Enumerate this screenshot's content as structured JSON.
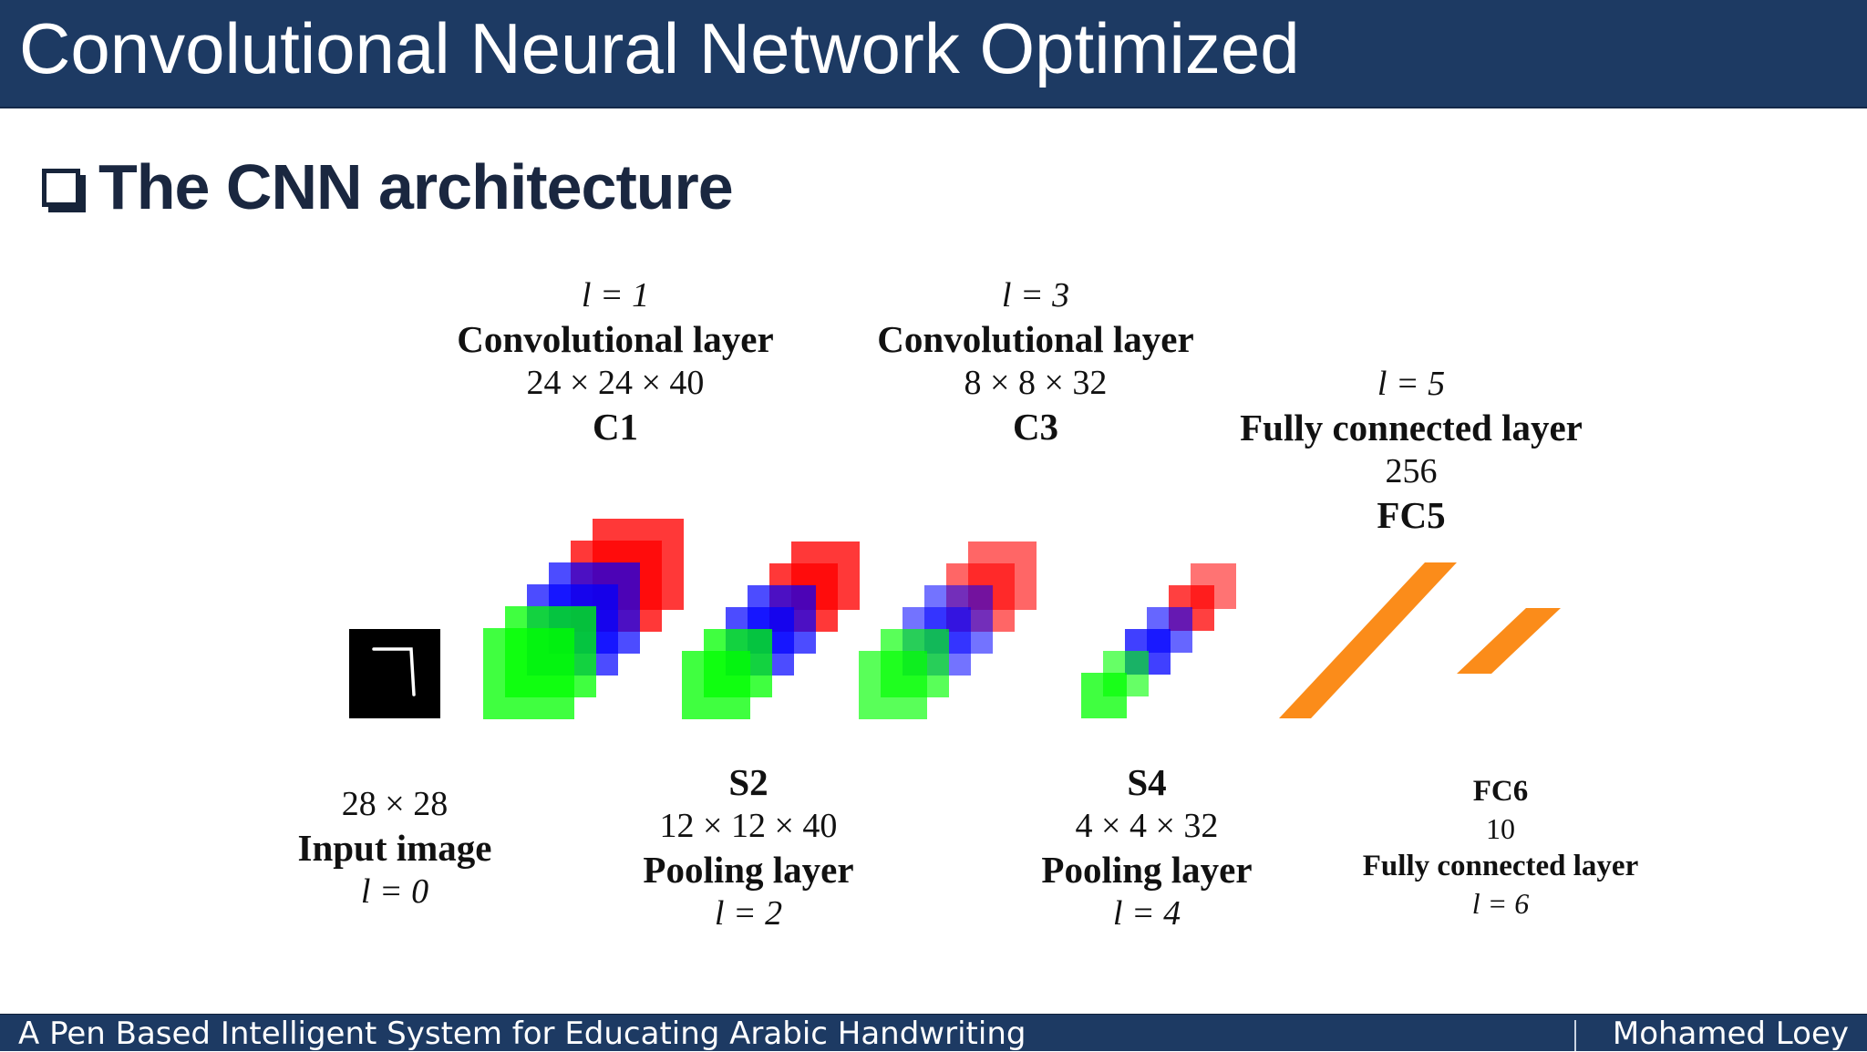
{
  "header": {
    "title": "Convolutional Neural Network Optimized"
  },
  "section": {
    "title": "The CNN architecture",
    "icon": "checkbox-icon"
  },
  "labels": {
    "input": {
      "size": "28 × 28",
      "name": "Input image",
      "layer": "l = 0"
    },
    "c1": {
      "layer": "l = 1",
      "name": "Convolutional layer",
      "size": "24 × 24 × 40",
      "code": "C1"
    },
    "s2": {
      "code": "S2",
      "size": "12 × 12 × 40",
      "name": "Pooling layer",
      "layer": "l = 2"
    },
    "c3": {
      "layer": "l = 3",
      "name": "Convolutional layer",
      "size": "8 × 8 × 32",
      "code": "C3"
    },
    "s4": {
      "code": "S4",
      "size": "4 × 4 × 32",
      "name": "Pooling layer",
      "layer": "l = 4"
    },
    "fc5": {
      "layer": "l = 5",
      "name": "Fully connected layer",
      "size": "256",
      "code": "FC5"
    },
    "fc6": {
      "code": "FC6",
      "size": "10",
      "name": "Fully connected layer",
      "layer": "l = 6"
    }
  },
  "colors": {
    "header_bg": "#1d3a63",
    "red": "#ff0000",
    "green": "#00ff00",
    "blue": "#0000ff",
    "orange": "#ff8c00"
  },
  "footer": {
    "left": "A Pen Based Intelligent System for Educating Arabic Handwriting",
    "right": "Mohamed Loey"
  }
}
